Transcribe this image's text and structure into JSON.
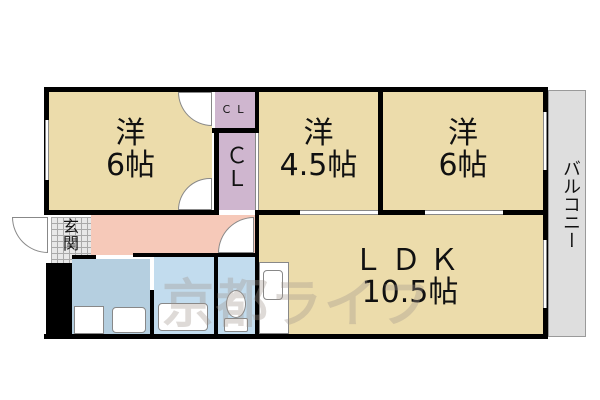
{
  "floorplan": {
    "rooms": [
      {
        "id": "western-room-1",
        "type": "洋",
        "size": "6帖"
      },
      {
        "id": "western-room-2",
        "type": "洋",
        "size": "4.5帖"
      },
      {
        "id": "western-room-3",
        "type": "洋",
        "size": "6帖"
      },
      {
        "id": "ldk",
        "type": "ＬＤＫ",
        "size": "10.5帖"
      }
    ],
    "closet_small": "ＣＬ",
    "closet_large_1": "Ｃ",
    "closet_large_2": "Ｌ",
    "entrance_1": "玄",
    "entrance_2": "関",
    "balcony": "バルコニー",
    "watermark": "京都ライフ"
  },
  "colors": {
    "room": "#ecdcab",
    "closet": "#cfb6cf",
    "hallway": "#f6c9b9",
    "wet_area": "#b5cfe0",
    "balcony": "#dedede"
  }
}
